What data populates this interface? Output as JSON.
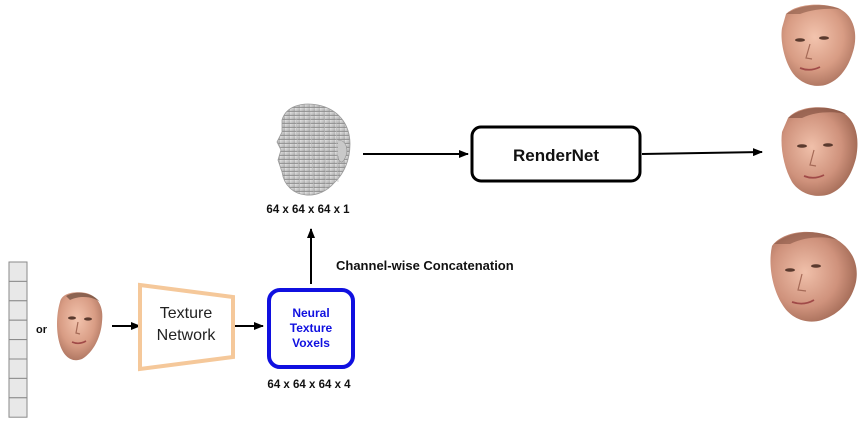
{
  "vector_input": {
    "cells": 8
  },
  "input": {
    "or_label": "or"
  },
  "texture_network": {
    "label_line1": "Texture",
    "label_line2": "Network",
    "color": "#f5c89a"
  },
  "neural_texture_voxels": {
    "line1": "Neural",
    "line2": "Texture",
    "line3": "Voxels",
    "color": "#1010e0",
    "size_label": "64 x 64 x 64 x 4"
  },
  "geometry_voxels": {
    "size_label": "64 x 64 x 64 x 1"
  },
  "concat": {
    "label": "Channel-wise Concatenation"
  },
  "rendernet": {
    "label": "RenderNet"
  }
}
